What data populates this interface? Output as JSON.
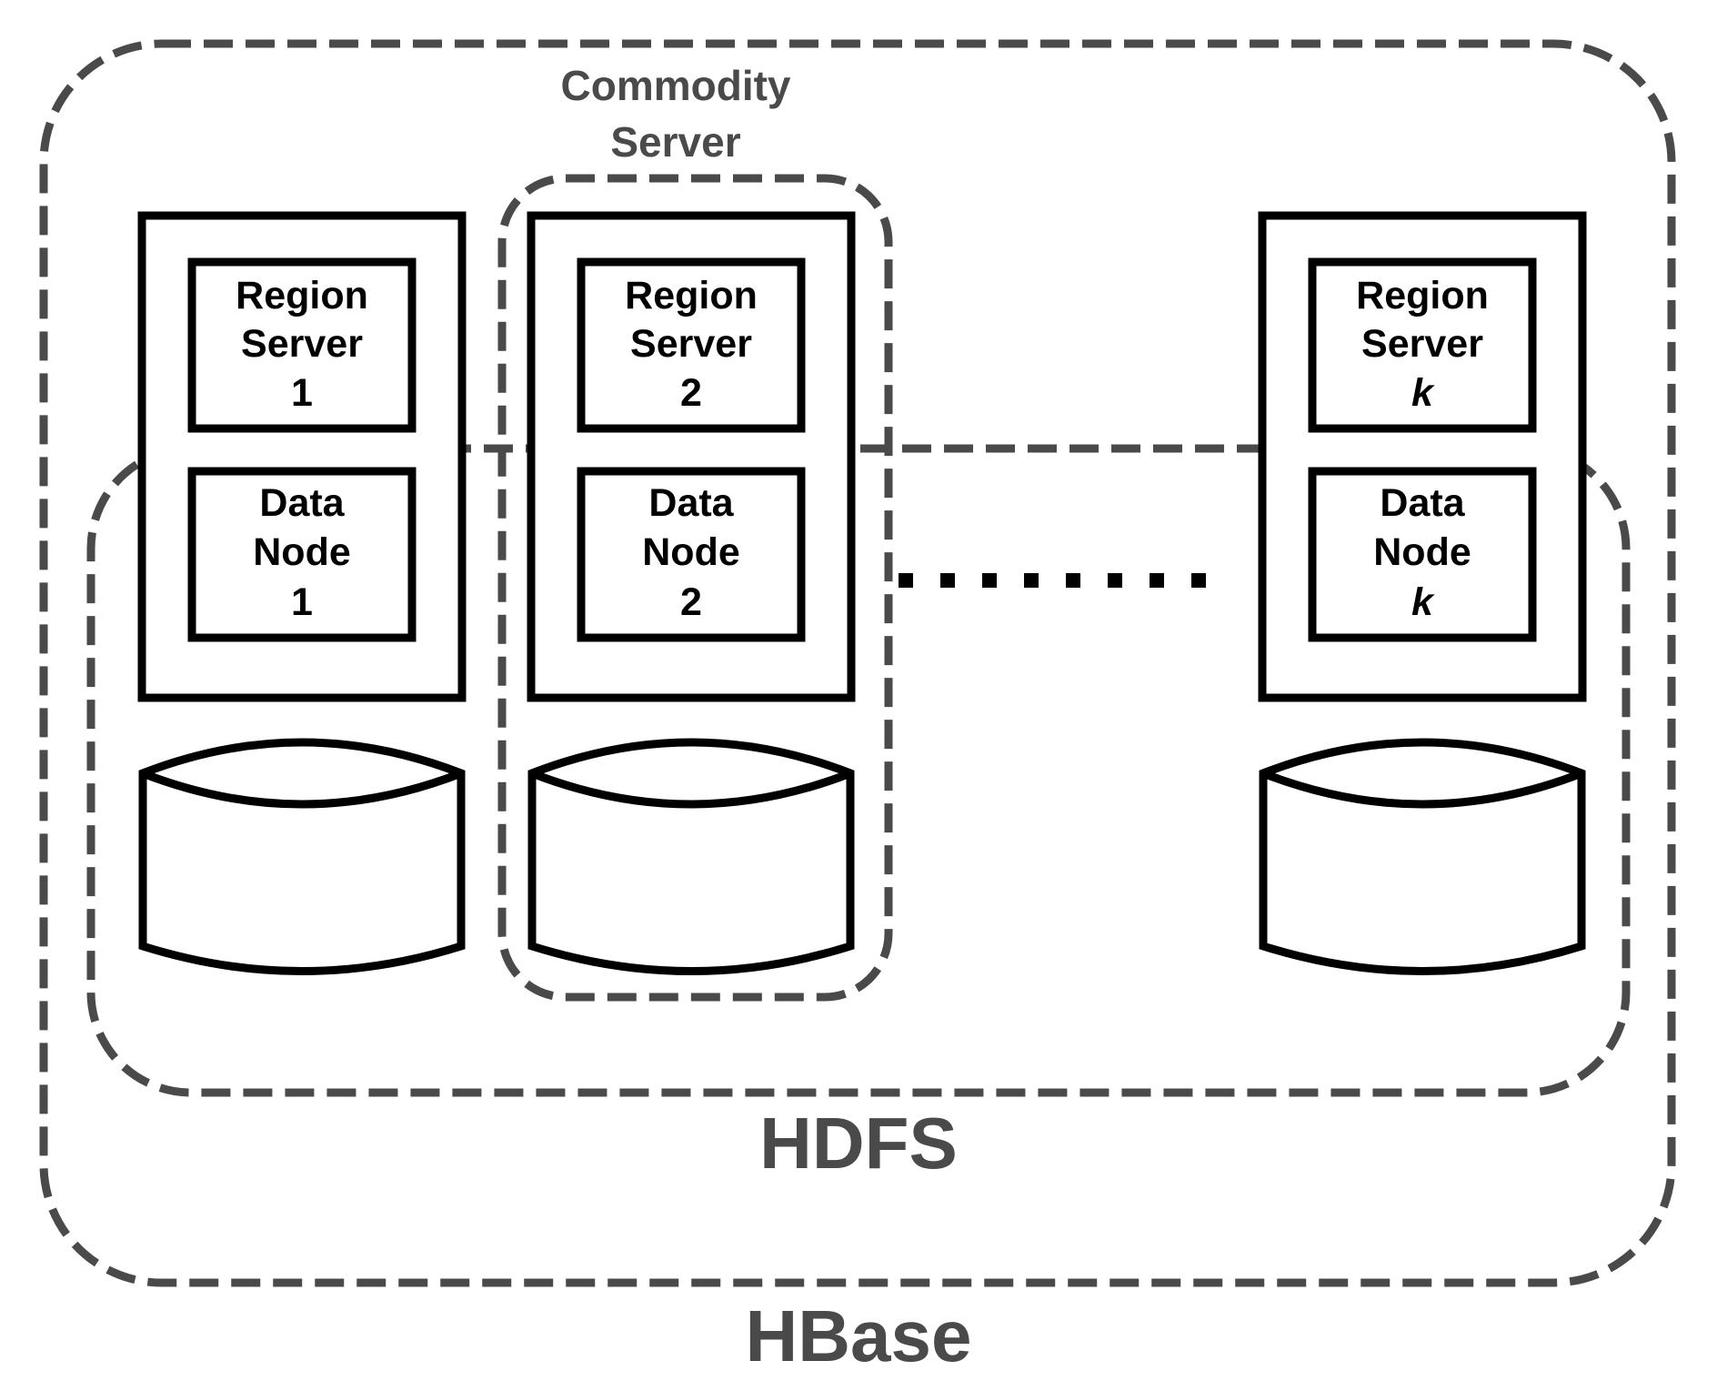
{
  "groups": {
    "hbase_label": "HBase",
    "hdfs_label": "HDFS",
    "commodity_label_line1": "Commodity",
    "commodity_label_line2": "Server"
  },
  "servers": [
    {
      "region": [
        "Region",
        "Server",
        "1"
      ],
      "data": [
        "Data",
        "Node",
        "1"
      ],
      "italic_index": false
    },
    {
      "region": [
        "Region",
        "Server",
        "2"
      ],
      "data": [
        "Data",
        "Node",
        "2"
      ],
      "italic_index": false
    },
    {
      "region": [
        "Region",
        "Server",
        "k"
      ],
      "data": [
        "Data",
        "Node",
        "k"
      ],
      "italic_index": true
    }
  ],
  "colors": {
    "boundary": "#4a4a4a",
    "stroke": "#000000",
    "background": "#ffffff"
  }
}
